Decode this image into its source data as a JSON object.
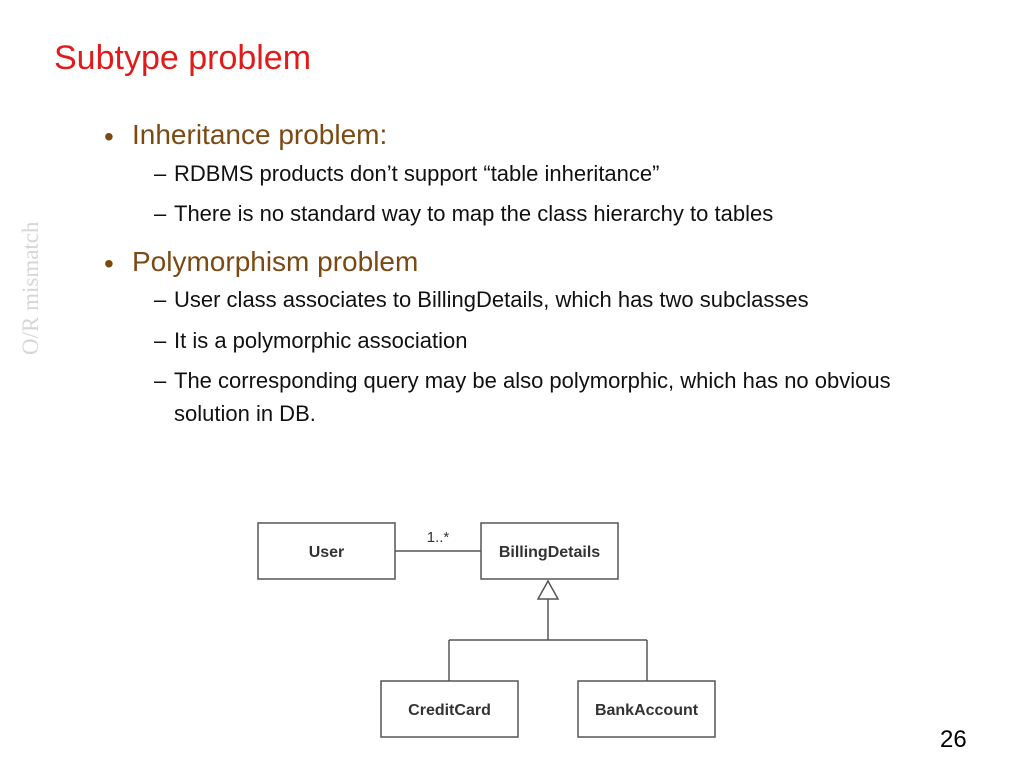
{
  "slide": {
    "title": "Subtype problem",
    "side_label": "O/R mismatch",
    "page_number": "26"
  },
  "bullets": [
    {
      "text": "Inheritance problem:",
      "subs": [
        "RDBMS products don’t support “table inheritance”",
        "There is no standard way to map the class hierarchy to tables"
      ]
    },
    {
      "text": "Polymorphism problem",
      "subs": [
        "User class associates to BillingDetails, which has two subclasses",
        "It is a polymorphic association",
        "The corresponding query may be also polymorphic, which has no obvious solution in DB."
      ]
    }
  ],
  "bullet_glyph": "•",
  "sub_glyph": "–",
  "diagram": {
    "classes": {
      "user": "User",
      "billing": "BillingDetails",
      "credit": "CreditCard",
      "bank": "BankAccount"
    },
    "multiplicity": "1..*"
  },
  "colors": {
    "title": "#e01b1b",
    "bullet": "#7b4a12",
    "side_label": "#d6d6d6"
  }
}
